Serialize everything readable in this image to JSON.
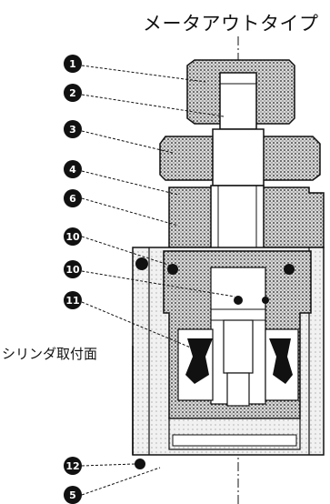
{
  "title": "メータアウトタイプ",
  "side_label": "シリンダ取付面",
  "callouts": [
    {
      "id": "c1",
      "label": "1"
    },
    {
      "id": "c2",
      "label": "2"
    },
    {
      "id": "c3",
      "label": "3"
    },
    {
      "id": "c4",
      "label": "4"
    },
    {
      "id": "c6",
      "label": "6"
    },
    {
      "id": "c10a",
      "label": "10"
    },
    {
      "id": "c10b",
      "label": "10"
    },
    {
      "id": "c11",
      "label": "11"
    },
    {
      "id": "c12",
      "label": "12"
    },
    {
      "id": "c5",
      "label": "5"
    }
  ],
  "colors": {
    "ink": "#111111",
    "hatch": "#555555",
    "fill_light": "#e9e9e9"
  }
}
